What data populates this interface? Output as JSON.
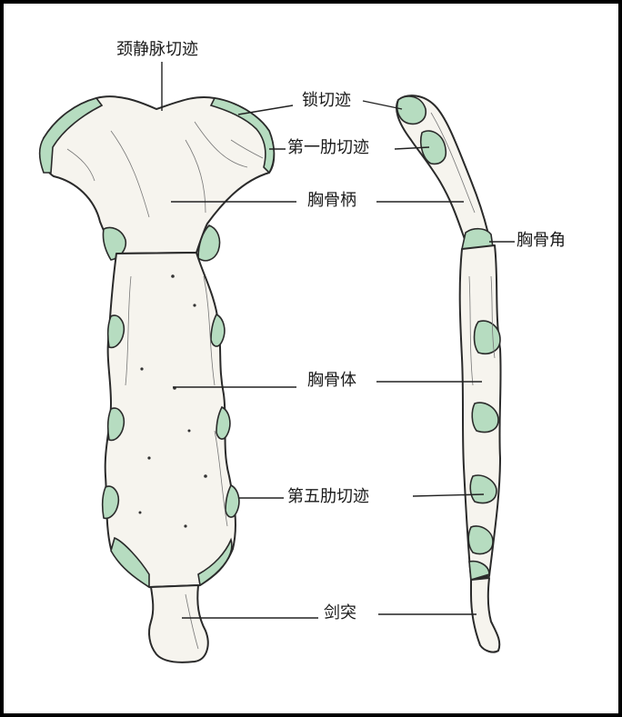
{
  "labels": {
    "jugular_notch": "颈静脉切迹",
    "clavicular_notch": "锁切迹",
    "first_costal_notch": "第一肋切迹",
    "manubrium": "胸骨柄",
    "sternal_angle": "胸骨角",
    "sternal_body": "胸骨体",
    "fifth_costal_notch": "第五肋切迹",
    "xiphoid_process": "剑突"
  },
  "colors": {
    "frame": "#000000",
    "background": "#ffffff",
    "bone_fill": "#f6f4ee",
    "bone_outline": "#2a2a2a",
    "cartilage_fill": "#b6dcc0",
    "leader_line": "#222222"
  }
}
